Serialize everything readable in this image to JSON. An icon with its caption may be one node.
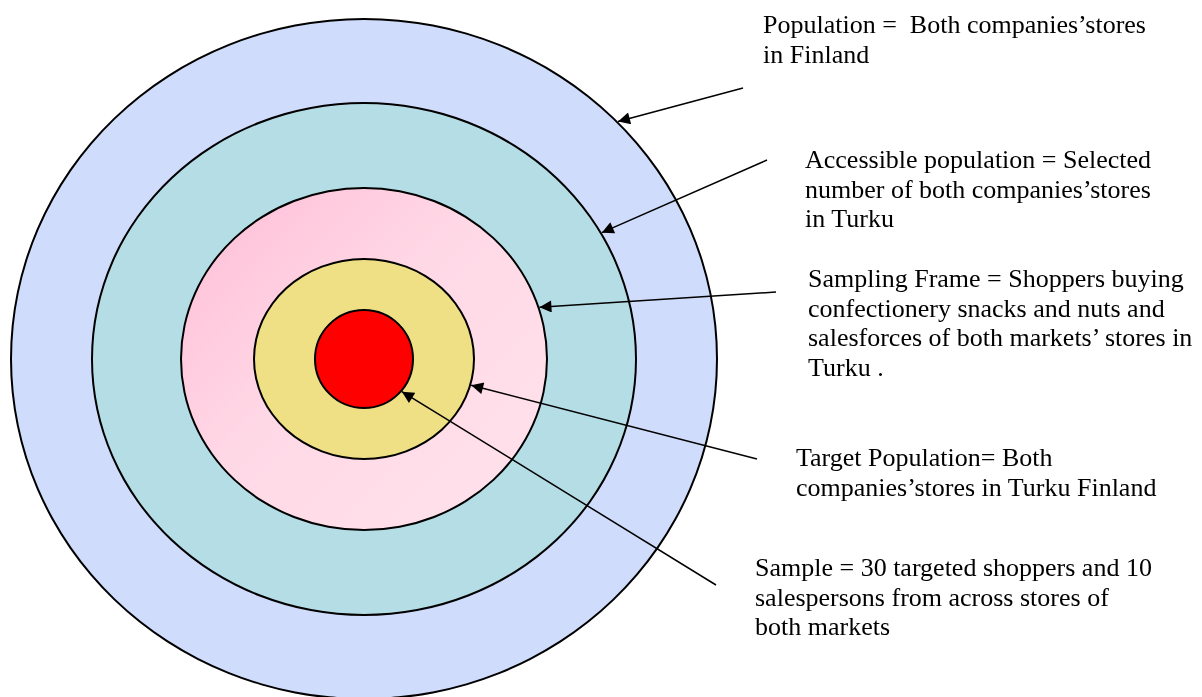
{
  "diagram": {
    "nodes": [
      {
        "text": [],
        "shape": "circle"
      },
      {
        "text": [],
        "shape": "circle",
        "in": 0
      },
      {
        "text": [],
        "shape": "circle",
        "in": 1
      },
      {
        "text": [],
        "shape": "circle",
        "in": 2
      },
      {
        "text": [],
        "shape": "circle",
        "in": 3
      },
      {
        "text": [
          "Population =  Both companies’stores in Finland"
        ]
      },
      {
        "text": [
          "Accessible population = Selected number of both companies’stores in Turku"
        ]
      },
      {
        "text": [
          "Sampling Frame = Shoppers buying confectionery snacks and nuts and salesforces of both markets’ stores in Turku ."
        ]
      },
      {
        "text": [
          "Target Population= Both companies’stores in Turku Finland"
        ]
      },
      {
        "text": [
          "Sample = 30 targeted shoppers and 10 salespersons from across stores of both markets"
        ]
      }
    ],
    "edges": [
      {
        "from": 5,
        "to": 0,
        "arrow": "to"
      },
      {
        "from": 6,
        "to": 1,
        "arrow": "to"
      },
      {
        "from": 7,
        "to": 2,
        "arrow": "to"
      },
      {
        "from": 8,
        "to": 3,
        "arrow": "to"
      },
      {
        "from": 9,
        "to": 4,
        "arrow": "to"
      }
    ]
  }
}
